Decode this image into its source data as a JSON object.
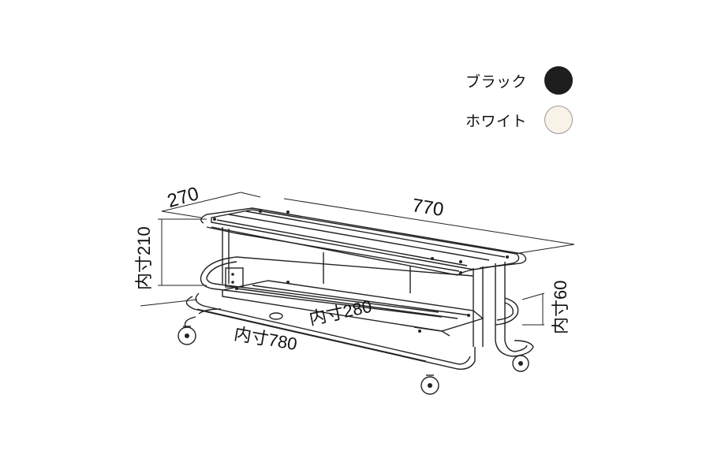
{
  "colors": [
    {
      "label": "ブラック",
      "swatch": "#1e1e1e",
      "border": "#1e1e1e"
    },
    {
      "label": "ホワイト",
      "swatch": "#f8f2e8",
      "border": "#9a9a9a"
    }
  ],
  "dimensions": {
    "depth": "270",
    "width": "770",
    "inner_height": "内寸210",
    "inner_depth": "内寸280",
    "inner_width": "内寸780",
    "inner_wheel": "内寸60"
  },
  "accent": "#222222"
}
